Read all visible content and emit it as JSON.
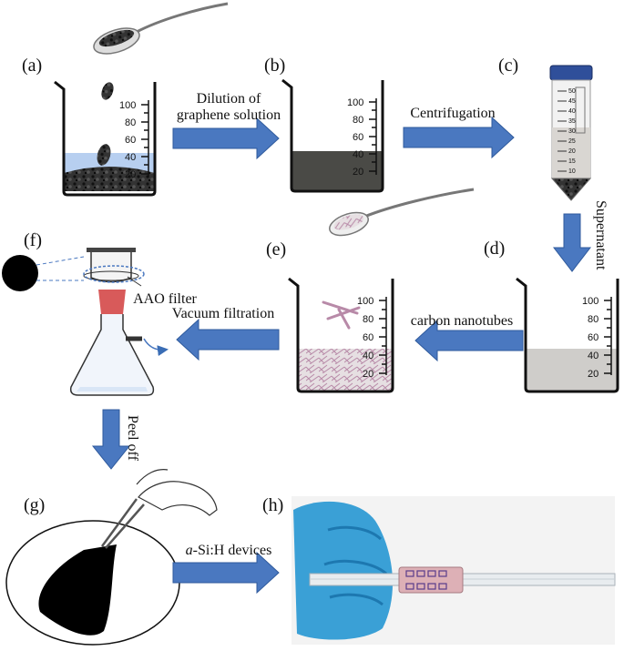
{
  "panels": {
    "a": "(a)",
    "b": "(b)",
    "c": "(c)",
    "d": "(d)",
    "e": "(e)",
    "f": "(f)",
    "g": "(g)",
    "h": "(h)"
  },
  "steps": {
    "dilution_line1": "Dilution of",
    "dilution_line2": "graphene solution",
    "centrifugation": "Centrifugation",
    "supernatant": "Supernatant",
    "carbon_nanotubes": "carbon nanotubes",
    "vacuum_filtration": "Vacuum filtration",
    "aao_filter": "AAO filter",
    "peel_off": "Peel off",
    "devices_italic": "a",
    "devices_rest": "-Si:H devices"
  },
  "beaker_scale": [
    "100",
    "80",
    "60",
    "40",
    "20"
  ],
  "tube_scale": [
    "50",
    "45",
    "40",
    "35",
    "30",
    "25",
    "20",
    "15",
    "10"
  ],
  "colors": {
    "arrow": "#4a78c0",
    "arrow_edge": "#2f5a9c",
    "graphene": "#2b2b2b",
    "dilute_liquid": "#b7cff0",
    "dark_liquid": "#4a4a46",
    "supernatant": "#cfcdca",
    "cnt": "#b88aa8",
    "filter_red": "#d85a5a",
    "glove": "#3aa0d6"
  }
}
